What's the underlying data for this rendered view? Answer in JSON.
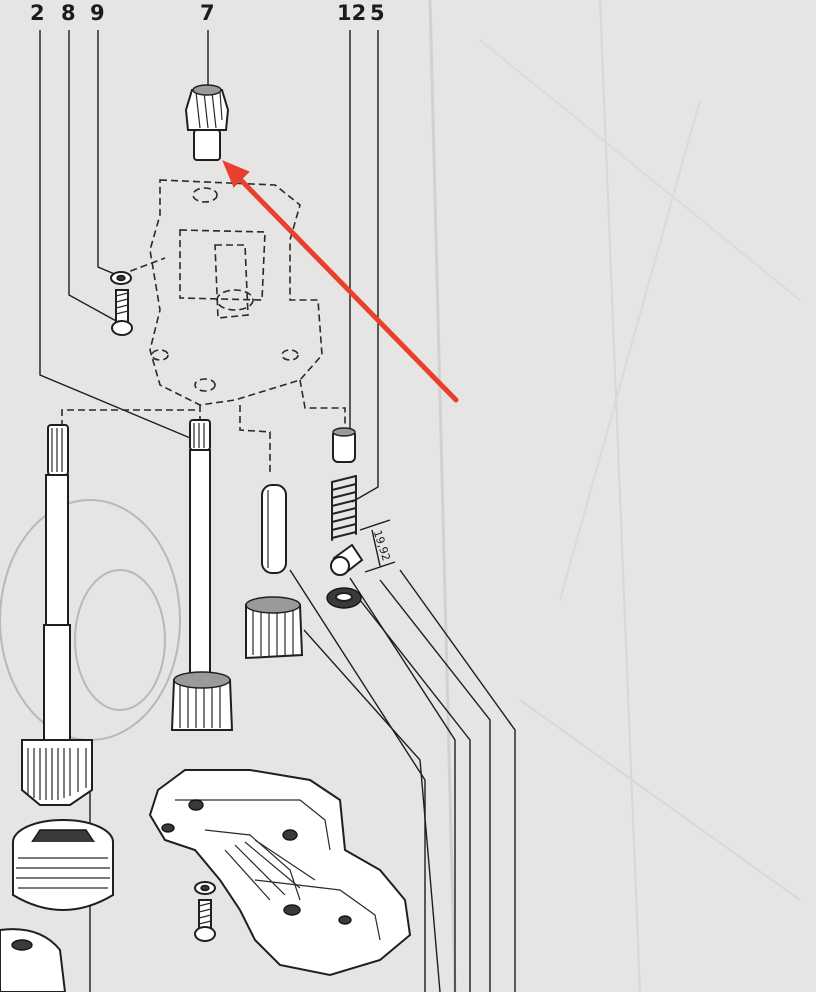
{
  "callouts": [
    {
      "label": "2"
    },
    {
      "label": "8"
    },
    {
      "label": "9"
    },
    {
      "label": "7"
    },
    {
      "label": "12"
    },
    {
      "label": "5"
    }
  ],
  "dimension_label": "19,92",
  "colors": {
    "paper": "#e6e5e3",
    "ink": "#232323",
    "arrow": "#e8402c"
  },
  "icons": {
    "arrow": "red-arrow-icon"
  }
}
